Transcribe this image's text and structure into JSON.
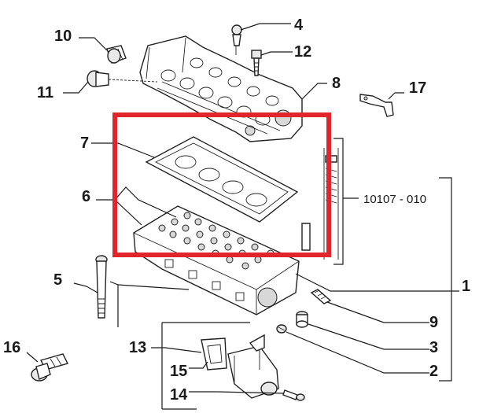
{
  "callouts": {
    "c1": "1",
    "c2": "2",
    "c3": "3",
    "c4": "4",
    "c5": "5",
    "c6": "6",
    "c7": "7",
    "c8": "8",
    "c9": "9",
    "c10": "10",
    "c11": "11",
    "c12": "12",
    "c13": "13",
    "c14": "14",
    "c15": "15",
    "c16": "16",
    "c17": "17"
  },
  "reference_code": "10107 - 010",
  "colors": {
    "highlight_box": "#e0262b",
    "line": "#1a1a1a"
  }
}
